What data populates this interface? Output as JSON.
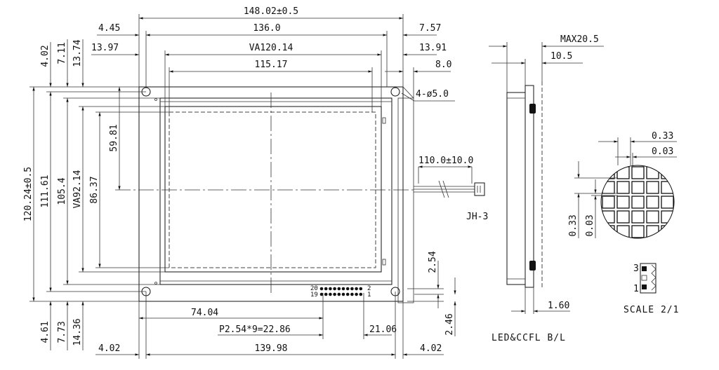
{
  "dimensions": {
    "top": {
      "overall": "148.02±0.5",
      "left_margin": "4.45",
      "bezel_width": "136.0",
      "right_margin": "7.57",
      "va_left": "13.97",
      "va_width": "VA120.14",
      "va_right": "13.91",
      "aa_width": "115.17",
      "right_offset": "8.0"
    },
    "left": {
      "top_a": "4.02",
      "top_b": "7.11",
      "top_c": "13.74",
      "overall_height": "120.24±0.5",
      "bezel_height": "111.61",
      "inner_height": "105.4",
      "va_height": "VA92.14",
      "aa_height": "86.37",
      "center": "59.81",
      "bottom_a": "4.61",
      "bottom_b": "7.73",
      "bottom_c": "14.36"
    },
    "bottom": {
      "left_offset": "4.02",
      "pitch_offset": "74.04",
      "pin_pitch": "P2.54*9=22.86",
      "connector_offset": "21.06",
      "hole_span": "139.98",
      "right_offset": "4.02",
      "pin_margin": "2.46",
      "pin_row": "2.54"
    },
    "holes": "4-ø5.0",
    "cable_length": "110.0±10.0",
    "side": {
      "max_thickness": "MAX20.5",
      "thickness": "10.5",
      "pcb": "1.60"
    },
    "detail": {
      "pitch_x": "0.33",
      "gap_x": "0.03",
      "pitch_y": "0.33",
      "gap_y": "0.03"
    }
  },
  "pin_labels": {
    "top_left": "20",
    "bottom_left": "19",
    "top_right": "2",
    "bottom_right": "1"
  },
  "connector_pins": {
    "top": "3",
    "bottom": "1"
  },
  "labels": {
    "connector": "JH-3",
    "backlight": "LED&CCFL B/L",
    "scale": "SCALE 2/1"
  }
}
